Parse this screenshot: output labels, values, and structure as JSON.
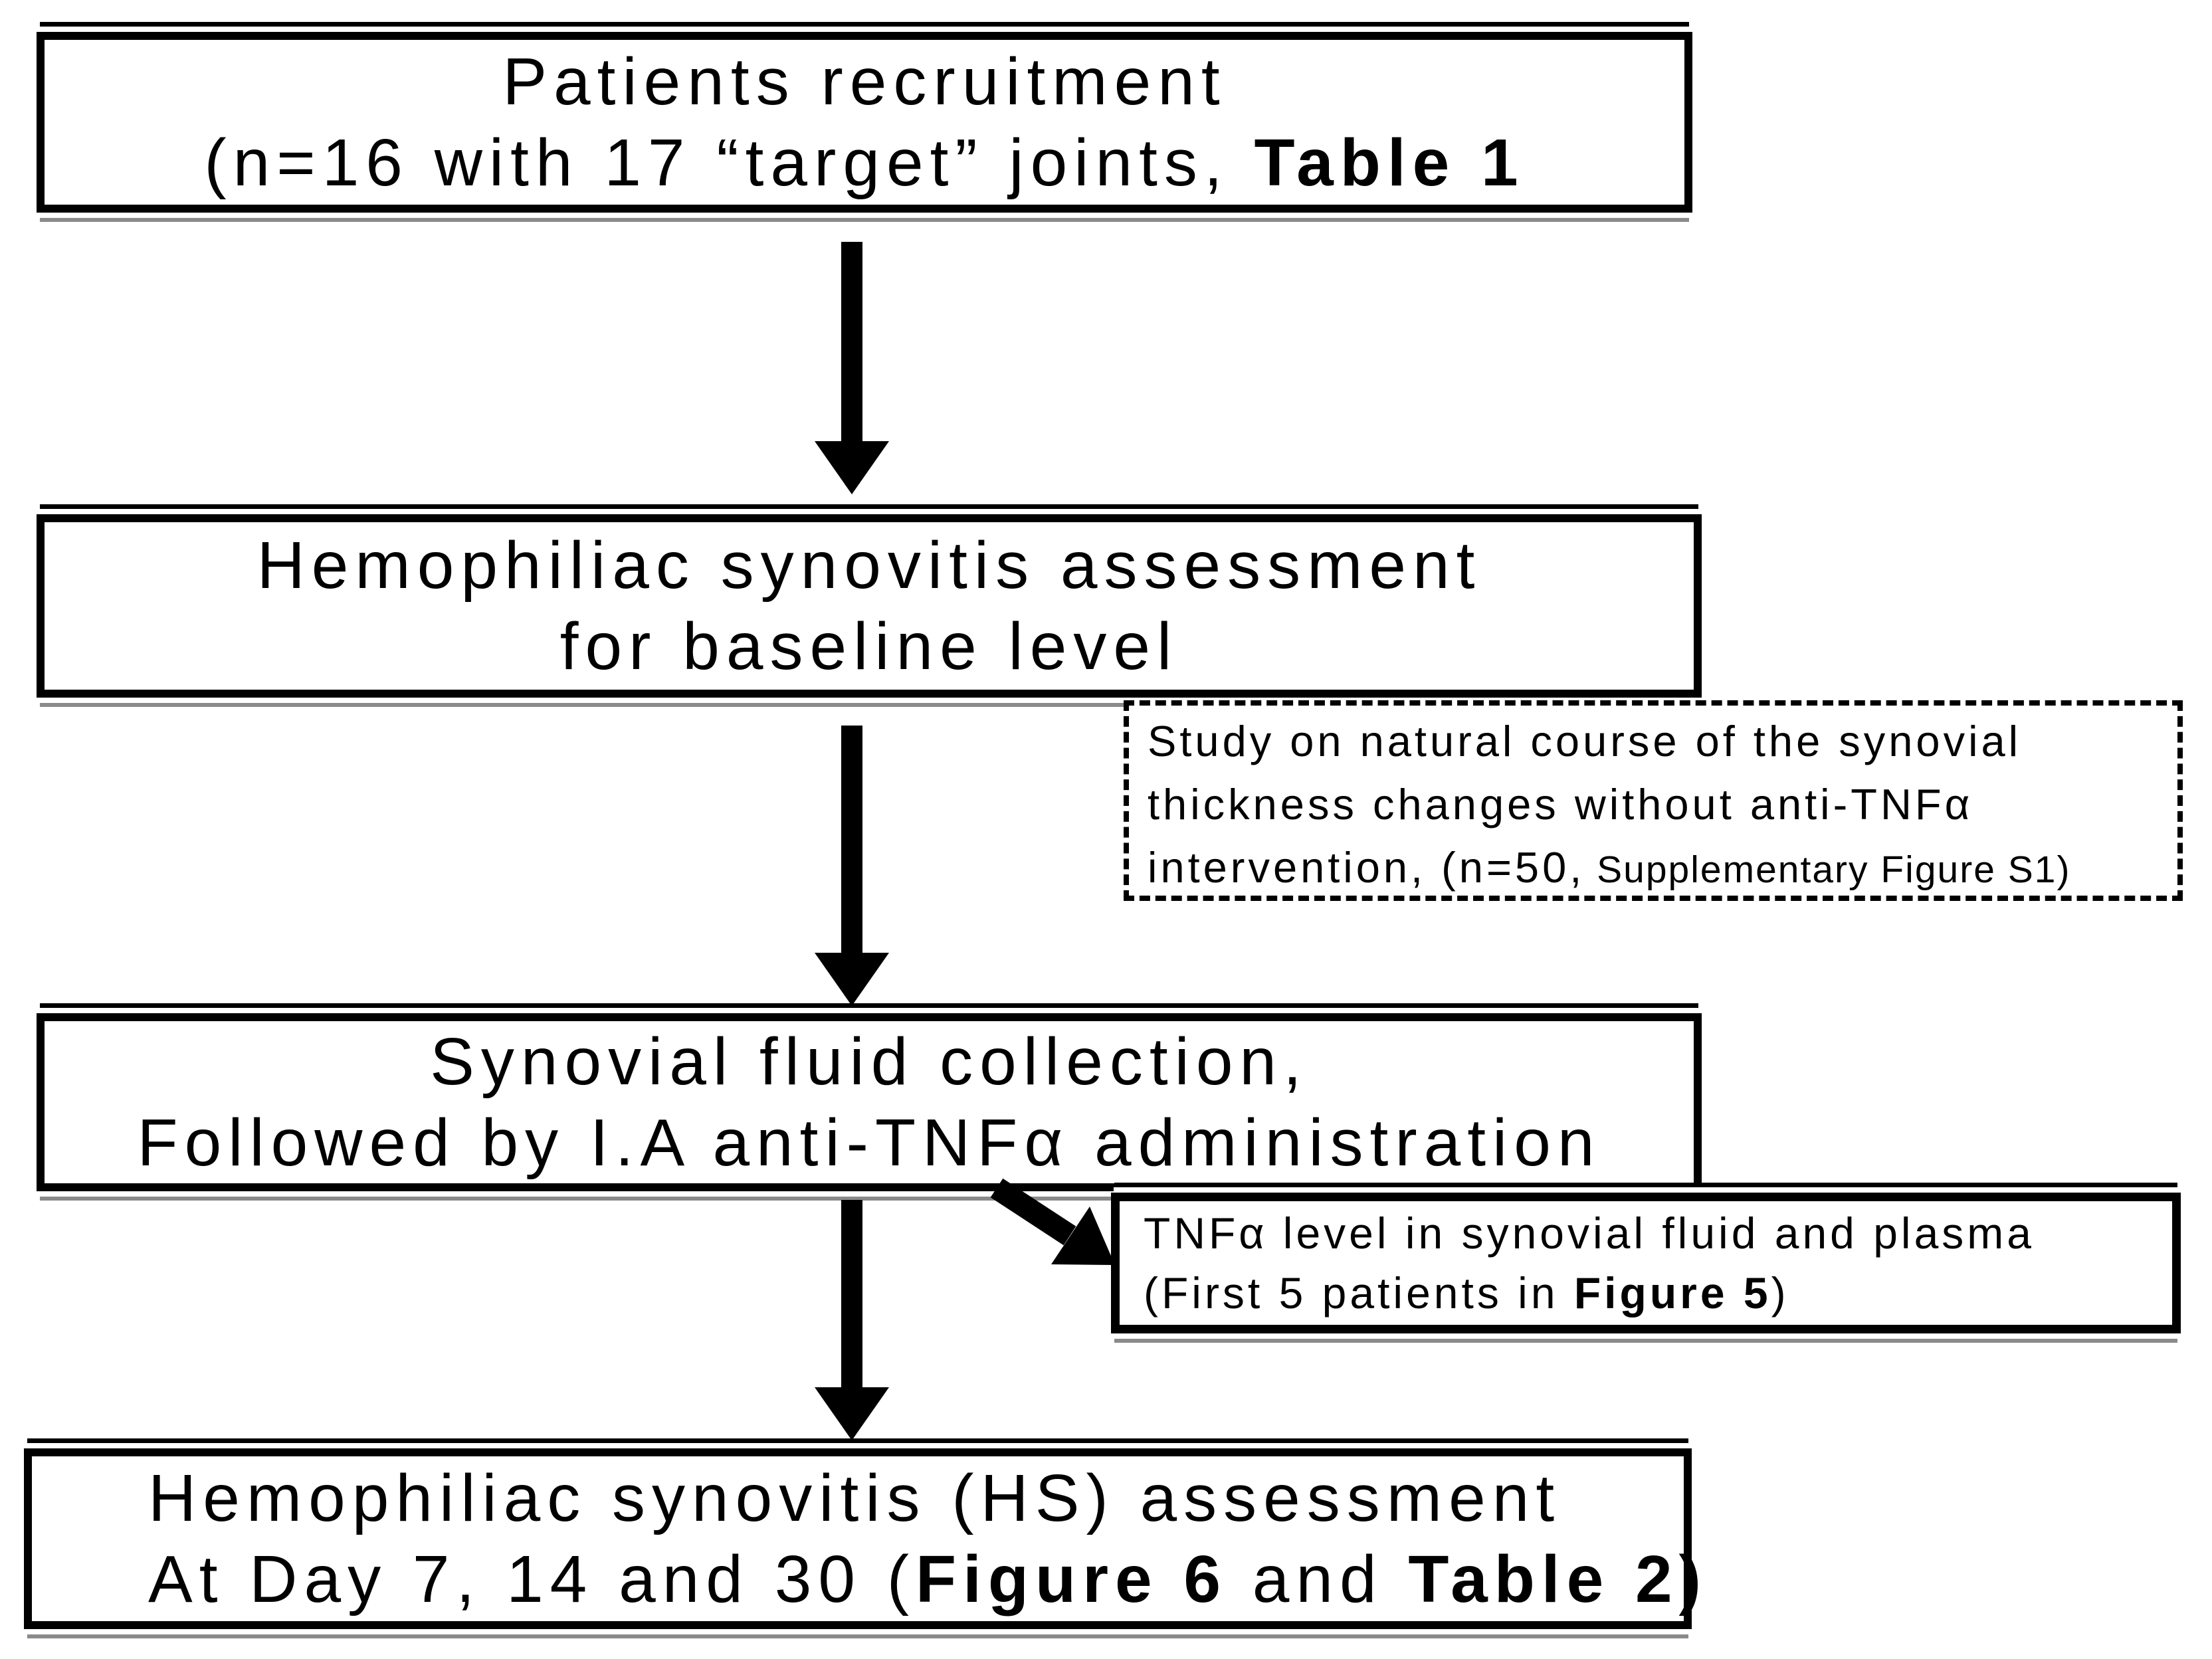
{
  "colors": {
    "background": "#ffffff",
    "ink": "#000000",
    "bottom_edge_gray": "#8a8a8a"
  },
  "boxes": {
    "recruitment": {
      "line1": "Patients recruitment",
      "line2_prefix": "(n=16 with 17 “target” joints, ",
      "line2_bold": "Table 1"
    },
    "baseline_assessment": {
      "line1": "Hemophiliac synovitis assessment",
      "line2": "for baseline level"
    },
    "natural_course_note": {
      "line1": "Study on natural course of the synovial",
      "line2": "thickness changes without anti-TNFα",
      "line3_prefix": "intervention, (n=50,",
      "line3_suffix": " Supplementary Figure S1)"
    },
    "fluid_collection": {
      "line1": "Synovial fluid collection,",
      "line2": "Followed by I.A anti-TNFα administration"
    },
    "tnf_level_note": {
      "line1": "TNFα level in synovial fluid and plasma",
      "line2_prefix": "(First 5 patients in ",
      "line2_bold": "Figure 5",
      "line2_suffix": ")"
    },
    "hs_assessment": {
      "line1": "Hemophiliac synovitis (HS) assessment",
      "line2_prefix": "At Day 7, 14 and 30 (",
      "line2_bold1": "Figure 6",
      "line2_mid": " and ",
      "line2_bold2": "Table 2)"
    }
  },
  "connectors": {
    "arrow1": "down-arrow",
    "arrow2": "down-arrow",
    "arrow3": "down-arrow",
    "arrow4": "down-right-arrow"
  }
}
